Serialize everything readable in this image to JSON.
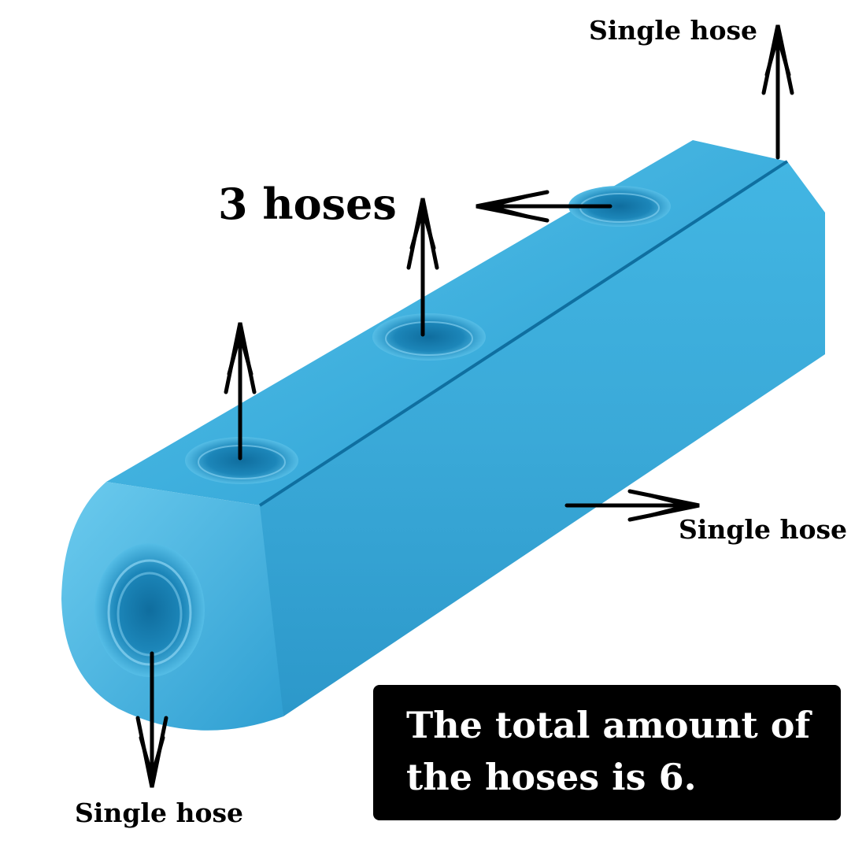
{
  "image": {
    "subject-colors": {
      "manifold-main": "#37a8d6",
      "manifold-light": "#7fd0f0",
      "manifold-dark": "#1779a8",
      "arrow": "#000000",
      "note-background": "#000000",
      "note-text": "#ffffff"
    }
  },
  "labels": {
    "top_right": "Single hose",
    "middle": "3 hoses",
    "right": "Single hose",
    "bottom_left": "Single hose"
  },
  "note": {
    "line1": "The total amount of",
    "line2": "the hoses is 6."
  }
}
